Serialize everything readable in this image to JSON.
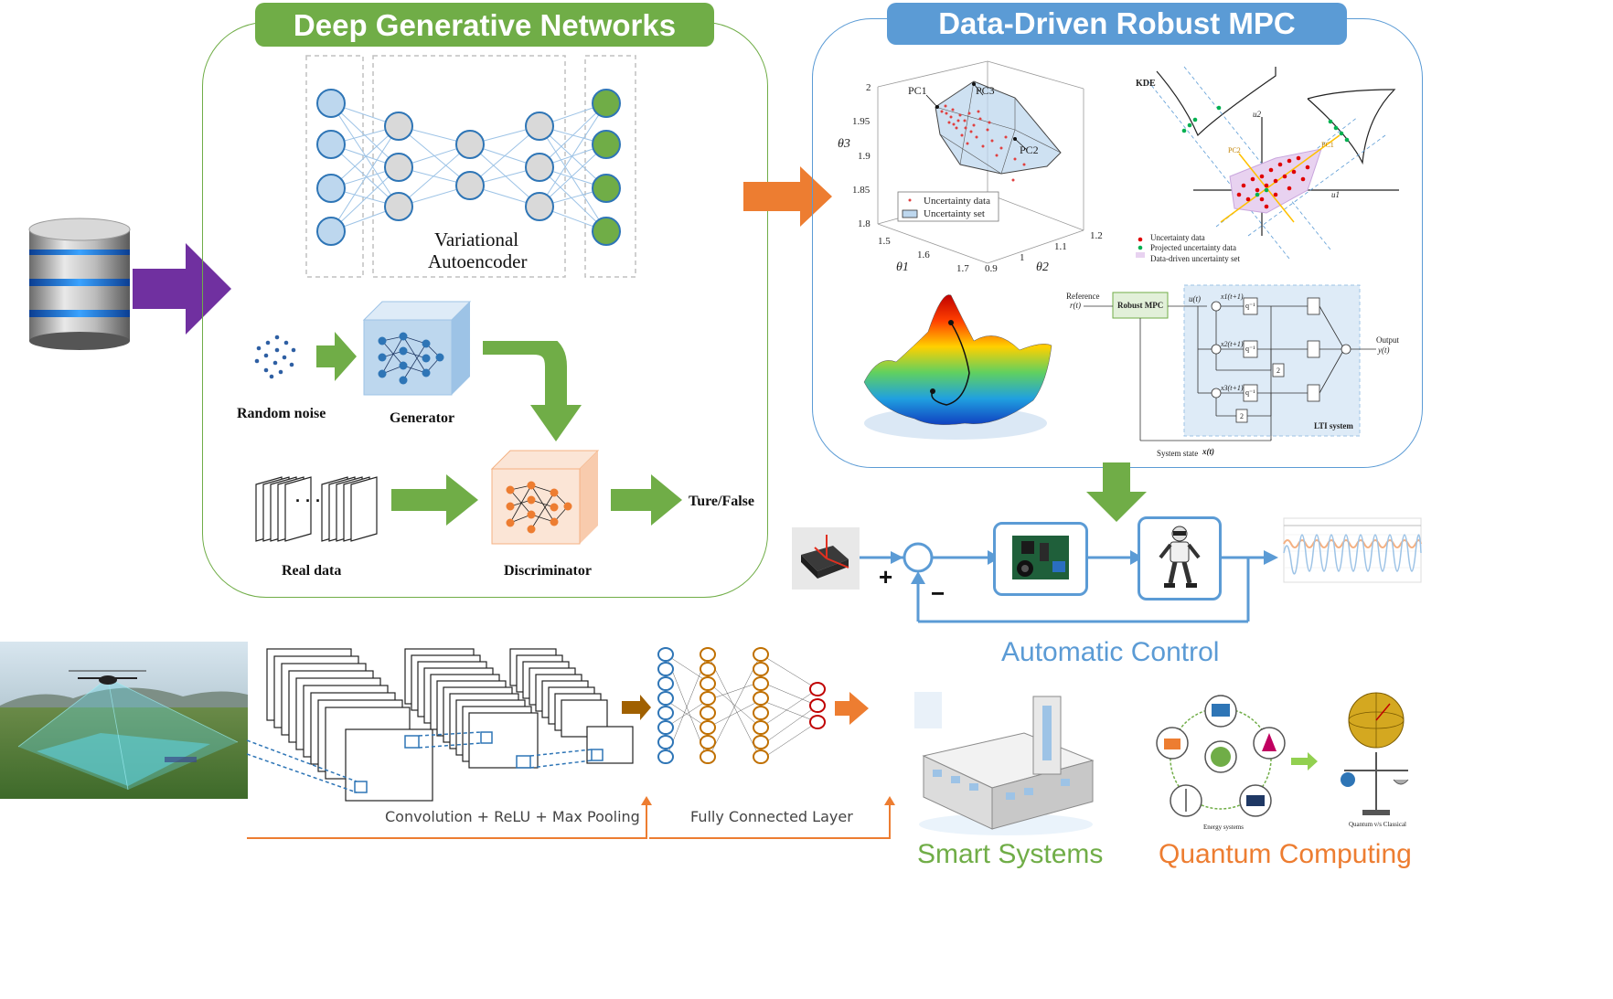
{
  "colors": {
    "green": "#70ad47",
    "blue": "#5b9bd5",
    "purple": "#7030a0",
    "orange": "#ed7d31",
    "app_green": "#70ad47",
    "app_orange": "#ed7d31",
    "app_blue": "#5b9bd5"
  },
  "dgn": {
    "title": "Deep Generative Networks",
    "vae_label_line1": "Variational",
    "vae_label_line2": "Autoencoder",
    "random_noise": "Random noise",
    "generator": "Generator",
    "real_data": "Real data",
    "discriminator": "Discriminator",
    "output": "Ture/False",
    "dots": "· · ·"
  },
  "mpc": {
    "title": "Data-Driven Robust MPC",
    "plot3d": {
      "pc1": "PC1",
      "pc2": "PC2",
      "pc3": "PC3",
      "z_label": "θ3",
      "x_label": "θ1",
      "y_label": "θ2",
      "z_ticks": [
        "2",
        "1.95",
        "1.9",
        "1.85",
        "1.8"
      ],
      "x_ticks": [
        "1.5",
        "1.6",
        "1.7"
      ],
      "y_ticks": [
        "0.9",
        "1",
        "1.1",
        "1.2"
      ],
      "legend_data": "Uncertainty data",
      "legend_set": "Uncertainty set"
    },
    "kde": {
      "kde": "KDE",
      "u1": "u1",
      "u2": "u2",
      "pc1": "PC1",
      "pc2": "PC2",
      "legend": [
        "Uncertainty data",
        "Projected uncertainty data",
        "Data-driven uncertainty set"
      ]
    },
    "block": {
      "reference": "Reference",
      "ref_signal": "r(t)",
      "robust_mpc": "Robust MPC",
      "input": "u(t)",
      "output": "Output",
      "output_signal": "y(t)",
      "lti": "LTI system",
      "state": "System state",
      "state_signal": "x(t)",
      "x1": "x1(t+1)",
      "x2": "x2(t+1)",
      "x3": "x3(t+1)",
      "q": "q⁻¹",
      "gain": "2"
    }
  },
  "control": {
    "plus": "+",
    "minus": "−",
    "label": "Automatic Control"
  },
  "cnn": {
    "conv_label": "Convolution + ReLU + Max Pooling",
    "fc_label": "Fully Connected Layer"
  },
  "apps": {
    "smart": "Smart Systems",
    "quantum": "Quantum Computing",
    "energy": "Energy systems",
    "qvc": "Quantum v/s Classical"
  }
}
